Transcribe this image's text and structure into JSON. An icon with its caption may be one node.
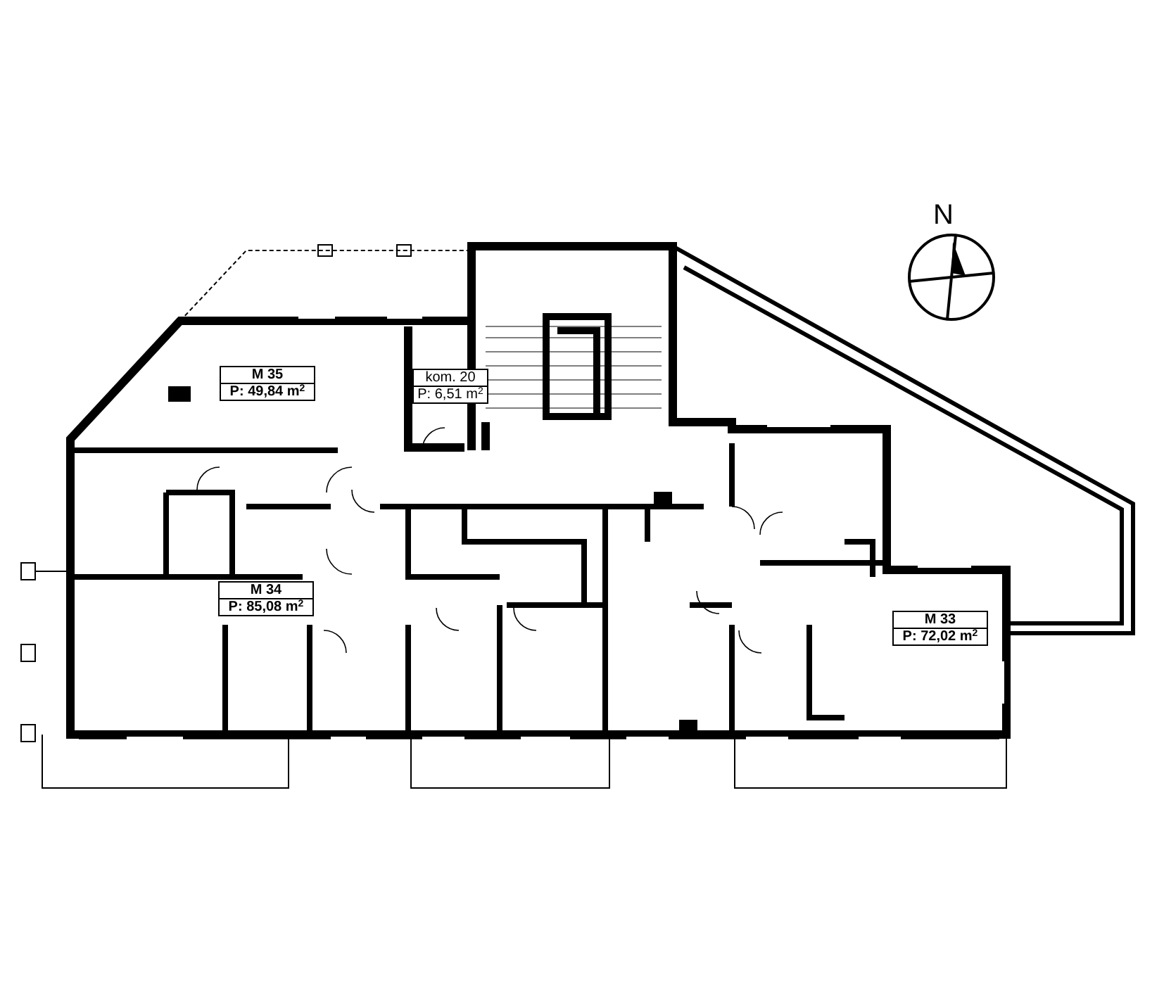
{
  "diagram": {
    "nodes": [
      {
        "text": [
          "M 35",
          "P: 49,84 m$^{2}$"
        ]
      },
      {
        "text": [
          "kom. 20",
          "P: 6,51 m$^{2}$"
        ]
      },
      {
        "text": [
          "M 34",
          "P: 85,08 m$^{2}$"
        ]
      },
      {
        "text": [
          "M 33",
          "P: 72,02 m$^{2}$"
        ]
      }
    ],
    "labels": [
      "N"
    ]
  }
}
